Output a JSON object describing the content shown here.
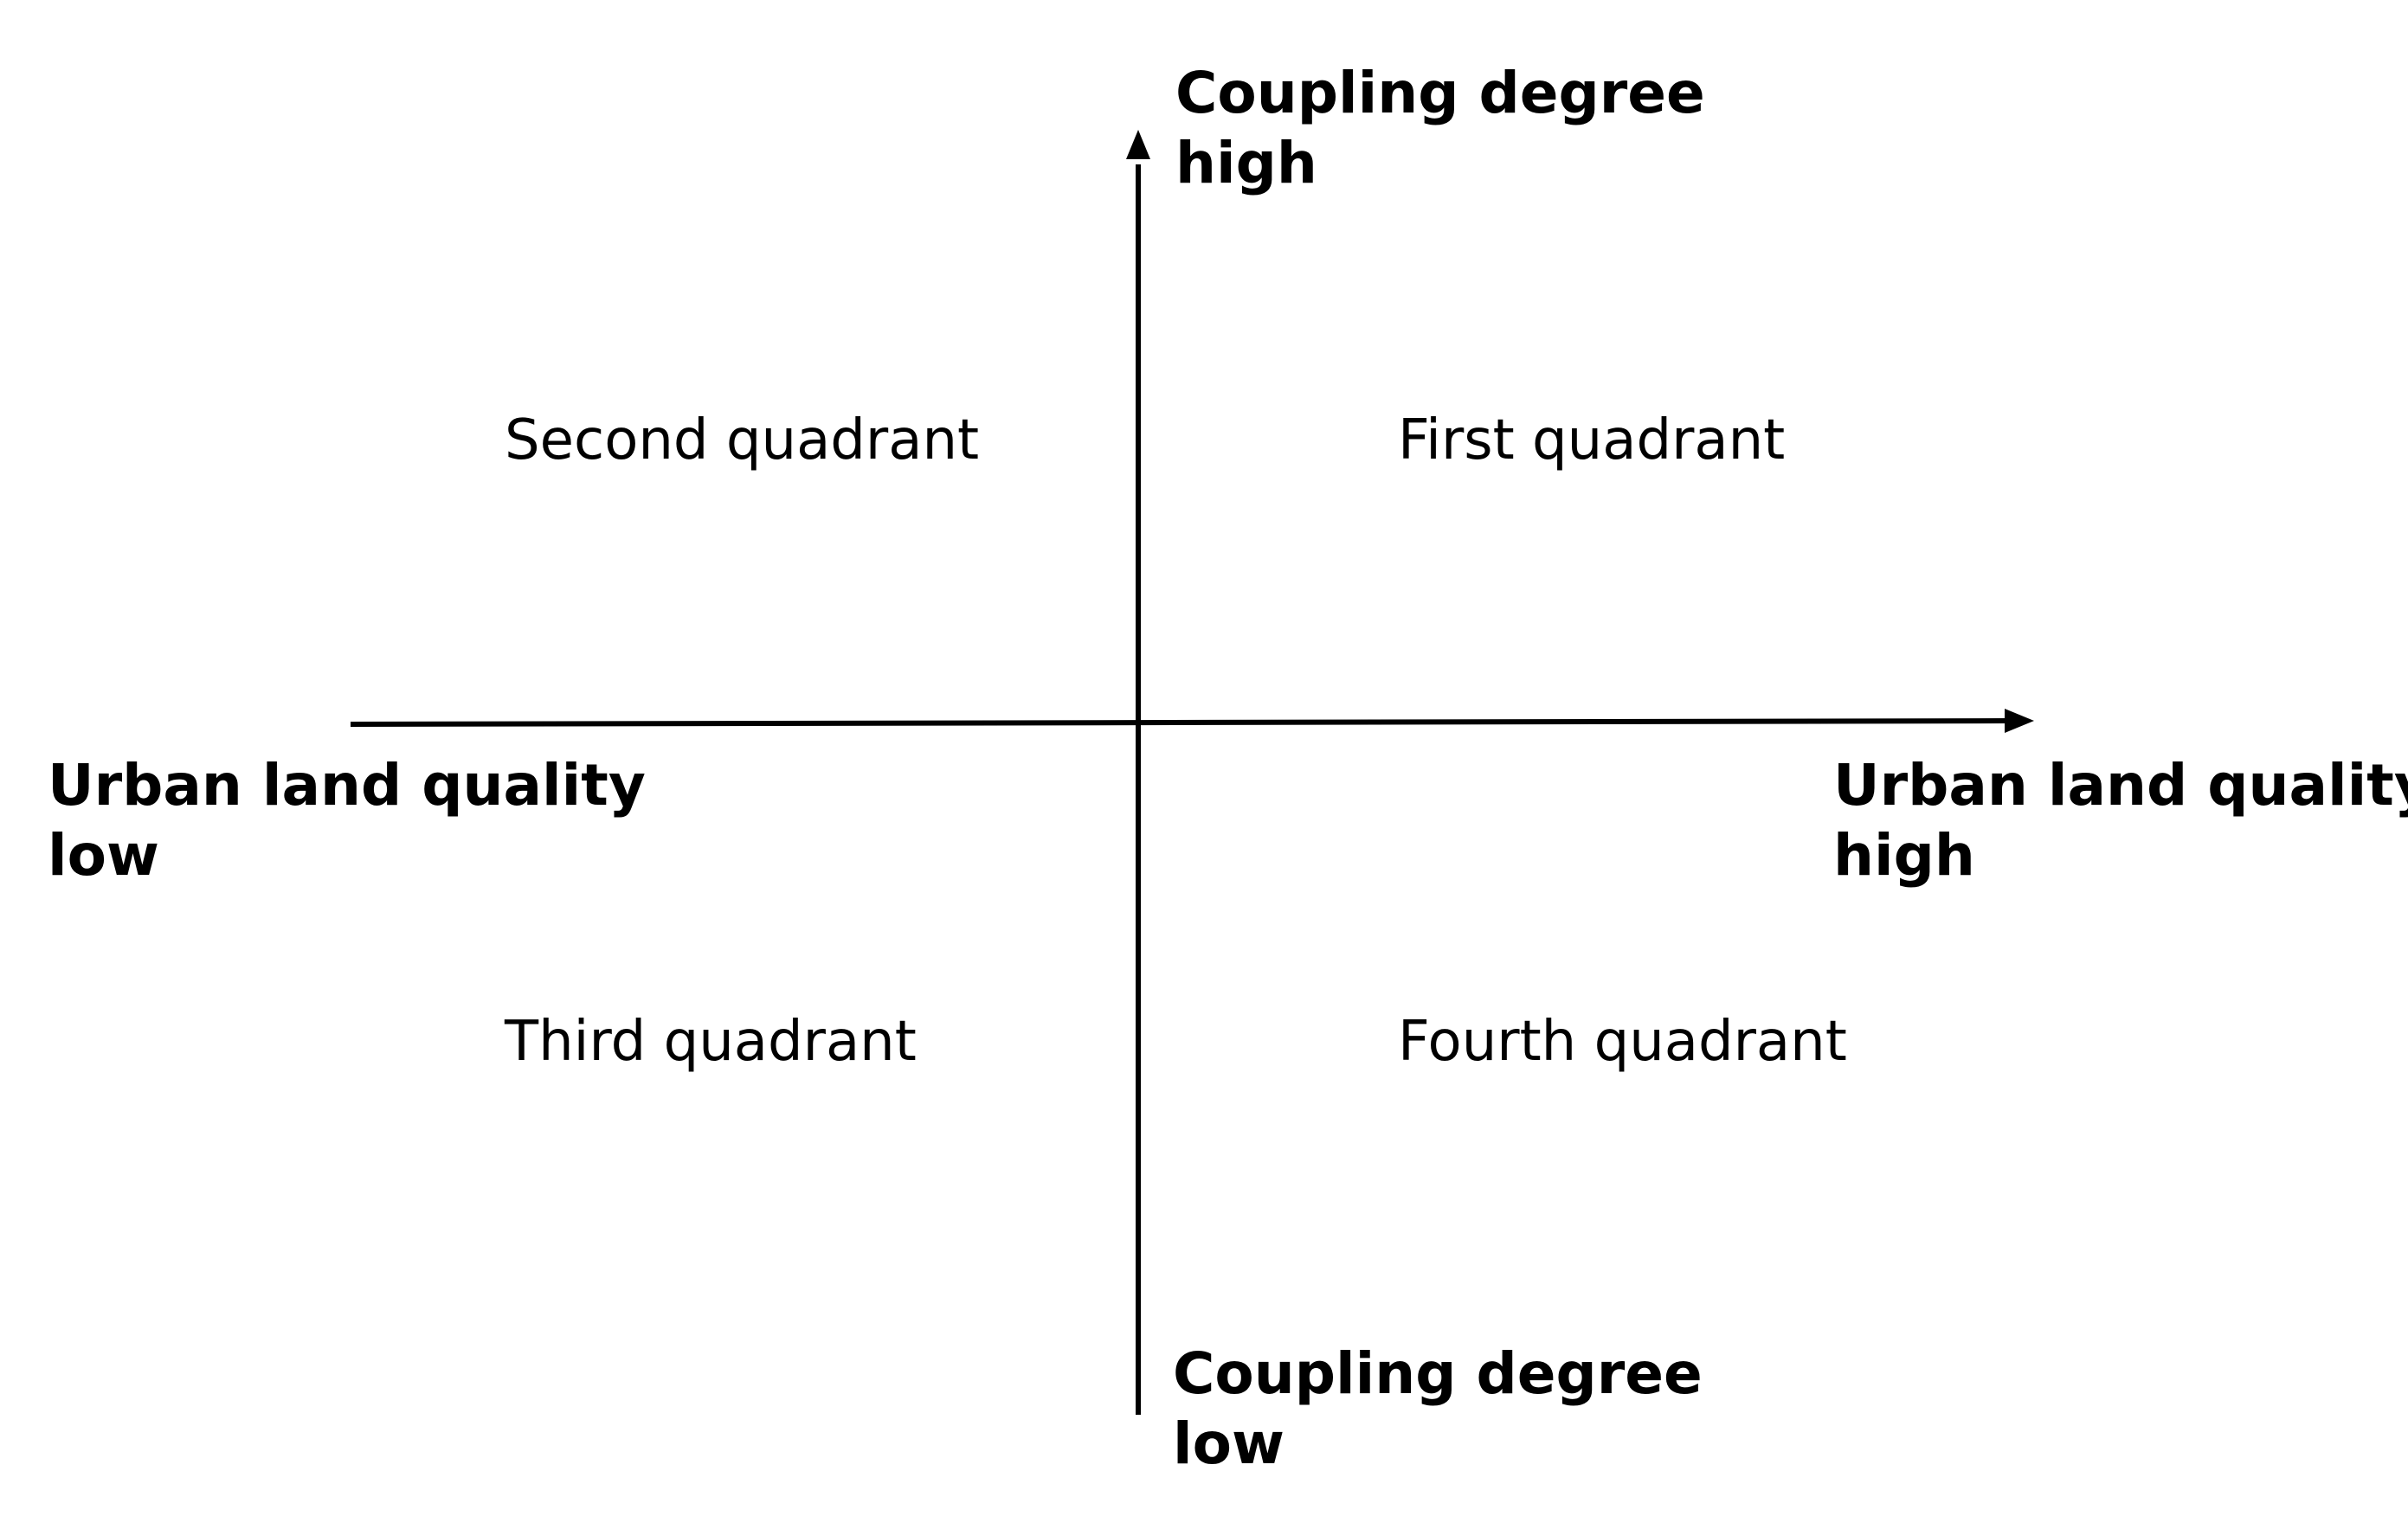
{
  "axes": {
    "vertical": {
      "top_label": {
        "line1": "Coupling degree",
        "line2": "high"
      },
      "bottom_label": {
        "line1": "Coupling degree",
        "line2": "low"
      }
    },
    "horizontal": {
      "left_label": {
        "line1": "Urban land quality",
        "line2": "low"
      },
      "right_label": {
        "line1": "Urban land quality",
        "line2": "high"
      }
    }
  },
  "quadrants": {
    "first": "First quadrant",
    "second": "Second quadrant",
    "third": "Third quadrant",
    "fourth": "Fourth quadrant"
  },
  "colors": {
    "line": "#000000",
    "text": "#000000",
    "background": "#ffffff"
  }
}
